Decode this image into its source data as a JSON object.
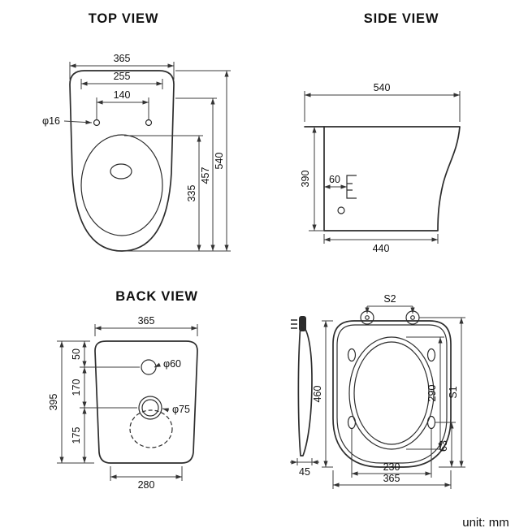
{
  "unit_label": "unit: mm",
  "top_view": {
    "title": "TOP VIEW",
    "width_total": "365",
    "width_seat": "255",
    "width_hinge": "140",
    "hole_diameter": "φ16",
    "length_bowl": "335",
    "length_seat": "457",
    "length_total": "540"
  },
  "side_view": {
    "title": "SIDE VIEW",
    "depth_total": "540",
    "height": "390",
    "bracket_offset": "60",
    "depth_base": "440"
  },
  "back_view": {
    "title": "BACK VIEW",
    "width_top": "365",
    "inlet_offset": "50",
    "hole_spacing": "170",
    "outlet_offset": "175",
    "height": "395",
    "inlet_diameter": "φ60",
    "outlet_diameter": "φ75",
    "width_base": "280"
  },
  "seat_view": {
    "hinge_spacing": "S2",
    "length": "460",
    "opening_length": "290",
    "side_length": "S1",
    "front_offset": "63",
    "bumper_spacing": "230",
    "width": "365",
    "lid_thickness": "45"
  }
}
